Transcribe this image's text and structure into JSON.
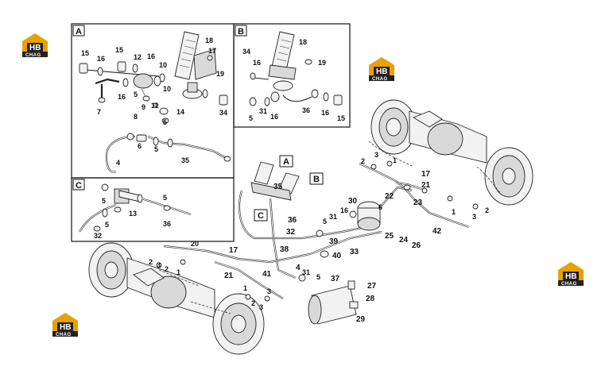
{
  "logo": {
    "text": "CHAG",
    "mark": "HB"
  },
  "insets": [
    "A",
    "B",
    "C"
  ],
  "callouts_main": {
    "A": "A",
    "B": "B",
    "C": "C",
    "n1a": "1",
    "n2a": "2",
    "n3a": "3",
    "n17a": "17",
    "n21a": "21",
    "n22": "22",
    "n23": "23",
    "n42": "42",
    "n1b": "1",
    "n2b": "2",
    "n3b": "3",
    "n30": "30",
    "n16": "16",
    "n31a": "31",
    "n5a": "5",
    "n6": "6",
    "n25": "25",
    "n24": "24",
    "n26": "26",
    "n35": "35",
    "n36": "36",
    "n32": "32",
    "n39": "39",
    "n38": "38",
    "n40": "40",
    "n33": "33",
    "n20": "20",
    "n17b": "17",
    "n21b": "21",
    "n41": "41",
    "n4": "4",
    "n31b": "31",
    "n5b": "5",
    "n37": "37",
    "n27": "27",
    "n28": "28",
    "n29": "29",
    "n2c": "2",
    "n3c": "3",
    "n2d": "2",
    "n3d": "3",
    "n1c": "1",
    "n1d": "1",
    "n2e": "2",
    "n3e": "3"
  },
  "callouts_inset_a": [
    "15",
    "16",
    "15",
    "12",
    "16",
    "10",
    "18",
    "17",
    "19",
    "7",
    "16",
    "5",
    "11",
    "10",
    "9",
    "8",
    "14",
    "5",
    "34",
    "6",
    "5",
    "4",
    "35"
  ],
  "callouts_inset_b": [
    "18",
    "34",
    "16",
    "19",
    "5",
    "31",
    "16",
    "36",
    "16",
    "15"
  ],
  "callouts_inset_c": [
    "5",
    "13",
    "5",
    "5",
    "36",
    "32"
  ]
}
